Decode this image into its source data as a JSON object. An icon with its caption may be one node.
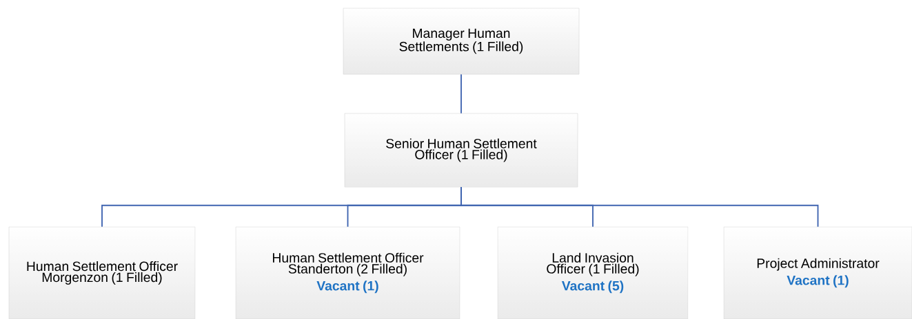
{
  "diagram": {
    "nodes": [
      {
        "text": [
          "Manager Human Settlements (1 Filled)"
        ]
      },
      {
        "text": [
          "Senior Human Settlement Officer (1 Filled)"
        ]
      },
      {
        "text": [
          "Human Settlement Officer Morgenzon (1 Filled)"
        ]
      },
      {
        "text": [
          "Human Settlement Officer Standerton (2 Filled)",
          "Vacant (1)"
        ]
      },
      {
        "text": [
          "Land Invasion Officer (1 Filled)",
          "Vacant (5)"
        ]
      },
      {
        "text": [
          "Project Administrator",
          "Vacant (1)"
        ]
      }
    ],
    "edges": [
      {
        "from": 0,
        "to": 1,
        "arrow": "none"
      },
      {
        "from": 1,
        "to": 2,
        "arrow": "none"
      },
      {
        "from": 1,
        "to": 3,
        "arrow": "none"
      },
      {
        "from": 1,
        "to": 4,
        "arrow": "none"
      },
      {
        "from": 1,
        "to": 5,
        "arrow": "none"
      }
    ]
  }
}
